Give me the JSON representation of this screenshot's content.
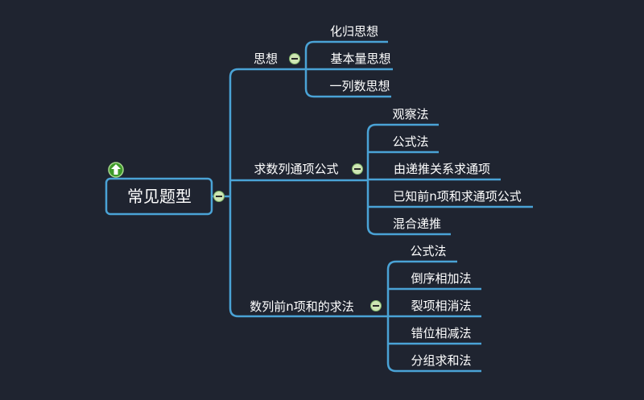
{
  "root": {
    "label": "常见题型"
  },
  "branches": [
    {
      "label": "思想",
      "children": [
        "化归思想",
        "基本量思想",
        "一列数思想"
      ]
    },
    {
      "label": "求数列通项公式",
      "children": [
        "观察法",
        "公式法",
        "由递推关系求通项",
        "已知前n项和求通项公式",
        "混合递推"
      ]
    },
    {
      "label": "数列前n项和的求法",
      "children": [
        "公式法",
        "倒序相加法",
        "裂项相消法",
        "错位相减法",
        "分组求和法"
      ]
    }
  ],
  "colors": {
    "background": "#1f2430",
    "line": "#4aa3d6",
    "collapse_fill": "#cfe6b4",
    "expand_fill": "#3f9a2a",
    "text": "#ffffff"
  },
  "icons": {
    "collapse": "collapse-minus-icon",
    "expand": "expand-up-arrow-icon"
  }
}
